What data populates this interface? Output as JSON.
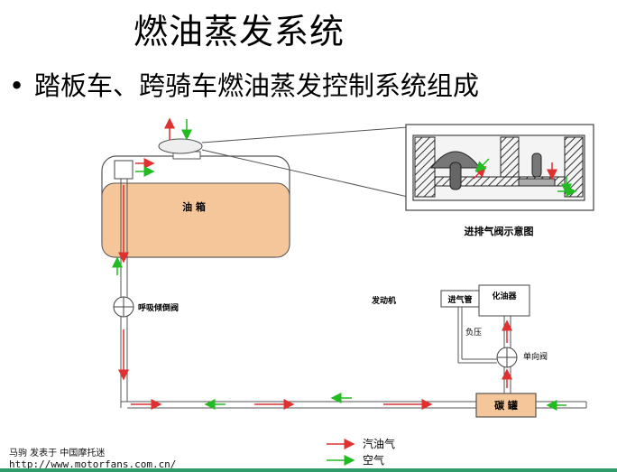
{
  "title": "燃油蒸发系统",
  "bullet": {
    "dot": "•",
    "text": "踏板车、跨骑车燃油蒸发控制系统组成"
  },
  "labels": {
    "tank": "油 箱",
    "breather_valve": "呼吸倾倒阀",
    "valve_caption": "进排气阀示意图",
    "engine": "发动机",
    "intake_pipe": "进气管",
    "carburetor": "化油器",
    "negative_pressure": "负压",
    "check_valve": "单向阀",
    "canister": "碳 罐"
  },
  "legend": {
    "vapor": "汽油气",
    "air": "空气"
  },
  "colors": {
    "vapor_arrow": "#e03030",
    "air_arrow": "#22bb22",
    "tank_fill": "#f6c69b",
    "canister_fill": "#f6c69b"
  },
  "footer": {
    "line1": "马驹 发表于 中国摩托迷",
    "line2": "http://www.motorfans.com.cn/"
  }
}
